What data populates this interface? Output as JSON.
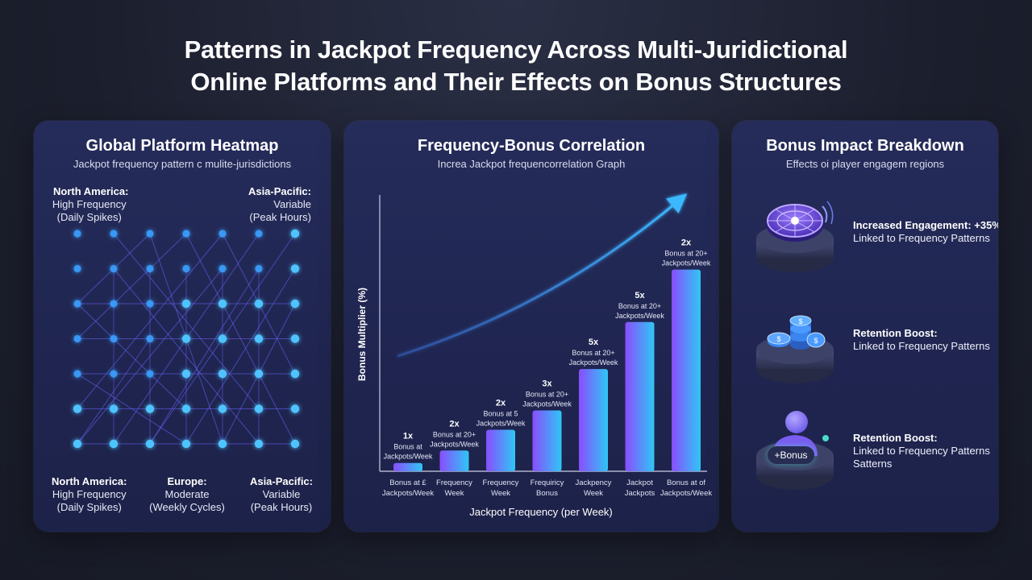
{
  "title": {
    "line1": "Patterns in Jackpot Frequency Across Multi-Juridictional",
    "line2": "Online Platforms and Their Effects on Bonus Structures"
  },
  "heatmap": {
    "title": "Global Platform Heatmap",
    "subtitle": "Jackpot frequency pattern c mulite-jurisdictions",
    "top_left": {
      "name": "North America:",
      "l1": "High Frequency",
      "l2": "(Daily Spikes)"
    },
    "top_right": {
      "name": "Asia-Pacific:",
      "l1": "Variable",
      "l2": "(Peak Hours)"
    },
    "bottom_left": {
      "name": "North America:",
      "l1": "High Frequency",
      "l2": "(Daily Spikes)"
    },
    "bottom_mid": {
      "name": "Europe:",
      "l1": "Moderate",
      "l2": "(Weekly Cycles)"
    },
    "bottom_right": {
      "name": "Asia-Pacific:",
      "l1": "Variable",
      "l2": "(Peak Hours)"
    },
    "node_color": "#3aa0ff",
    "link_color": "#6b63ff"
  },
  "correlation": {
    "title": "Frequency-Bonus Correlation",
    "subtitle": "Increa Jackpot frequencorrelation Graph"
  },
  "chart_data": {
    "type": "bar",
    "title": "Frequency-Bonus Correlation",
    "xlabel": "Jackpot Frequency (per Week)",
    "ylabel": "Bonus Multiplier (%)",
    "ylim": [
      0,
      100
    ],
    "categories": [
      [
        "Bonus at £",
        "Jackpots/Week"
      ],
      [
        "Frequency",
        "Week"
      ],
      [
        "Frequency",
        "Week"
      ],
      [
        "Frequiricy",
        "Bonus"
      ],
      [
        "Jackpency",
        "Week"
      ],
      [
        "Jackpot",
        "Jackpots"
      ],
      [
        "Bonus at of",
        "Jackpots/Week"
      ]
    ],
    "values": [
      3,
      7.5,
      15,
      22,
      37,
      54,
      73
    ],
    "labels": [
      {
        "mult": "1x",
        "l1": "Bonus at",
        "l2": "Jackpots/Week"
      },
      {
        "mult": "2x",
        "l1": "Bonus at 20+",
        "l2": "Jackpots/Week"
      },
      {
        "mult": "2x",
        "l1": "Bonus at 5",
        "l2": "Jackpots/Week"
      },
      {
        "mult": "3x",
        "l1": "Bonus at 20+",
        "l2": "Jackpots/Week"
      },
      {
        "mult": "5x",
        "l1": "Bonus at 20+",
        "l2": "Jackpots/Week"
      },
      {
        "mult": "5x",
        "l1": "Bonus at 20+",
        "l2": "Jackpots/Week"
      },
      {
        "mult": "2x",
        "l1": "Bonus at 20+",
        "l2": "Jackpots/Week"
      }
    ],
    "trend_arrow": true,
    "colors": {
      "bar_start": "#8a4dff",
      "bar_end": "#2ec7f5",
      "arrow": "#3bb8ff"
    }
  },
  "impact": {
    "title": "Bonus Impact Breakdown",
    "subtitle": "Effects oi player engagem regions",
    "items": [
      {
        "icon": "wheel-icon",
        "head": "Increased Engagement: +35%",
        "line": "Linked to Frequency Patterns",
        "line2": ""
      },
      {
        "icon": "coins-icon",
        "head": "Retention Boost:",
        "line": "Linked to Frequency Patterns",
        "line2": ""
      },
      {
        "icon": "user-bonus-icon",
        "head": "Retention Boost:",
        "line": "Linked to Frequency Patterns",
        "line2": "Satterns",
        "chip": "+Bonus"
      }
    ]
  }
}
